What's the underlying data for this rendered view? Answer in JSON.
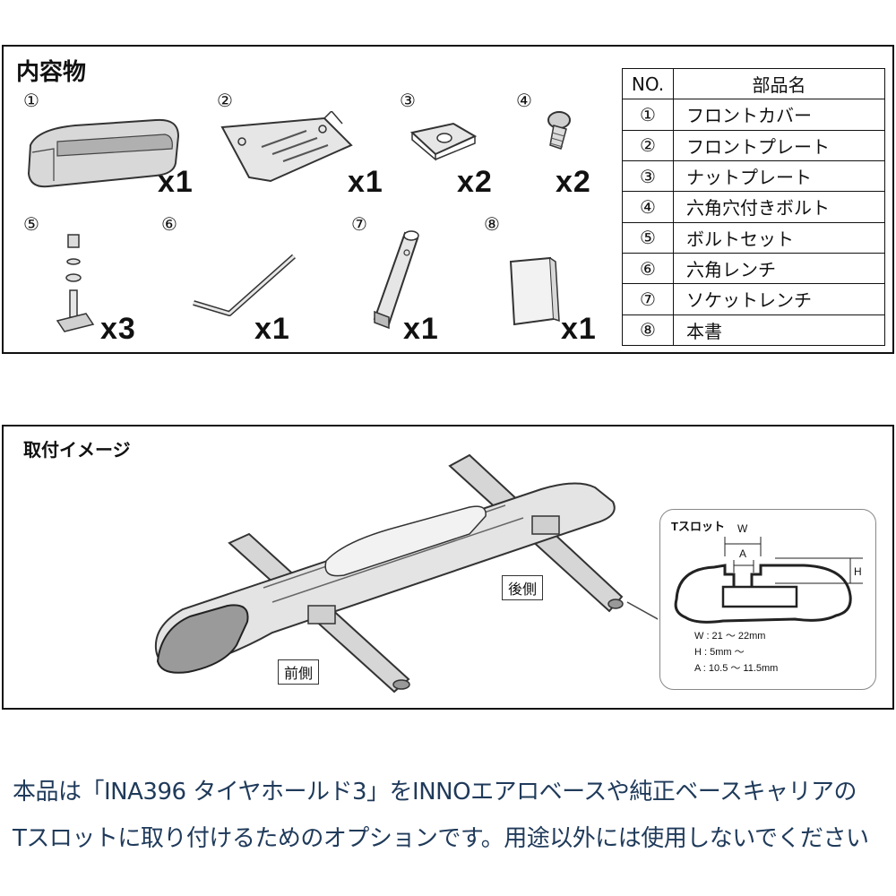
{
  "contents": {
    "title": "内容物",
    "items": [
      {
        "num": "①",
        "qty": "x1"
      },
      {
        "num": "②",
        "qty": "x1"
      },
      {
        "num": "③",
        "qty": "x2"
      },
      {
        "num": "④",
        "qty": "x2"
      },
      {
        "num": "⑤",
        "qty": "x3"
      },
      {
        "num": "⑥",
        "qty": "x1"
      },
      {
        "num": "⑦",
        "qty": "x1"
      },
      {
        "num": "⑧",
        "qty": "x1"
      }
    ],
    "table": {
      "header_no": "NO.",
      "header_name": "部品名",
      "rows": [
        {
          "no": "①",
          "name": "フロントカバー"
        },
        {
          "no": "②",
          "name": "フロントプレート"
        },
        {
          "no": "③",
          "name": "ナットプレート"
        },
        {
          "no": "④",
          "name": "六角穴付きボルト"
        },
        {
          "no": "⑤",
          "name": "ボルトセット"
        },
        {
          "no": "⑥",
          "name": "六角レンチ"
        },
        {
          "no": "⑦",
          "name": "ソケットレンチ"
        },
        {
          "no": "⑧",
          "name": "本書"
        }
      ]
    }
  },
  "mounting": {
    "title": "取付イメージ",
    "rear_label": "後側",
    "front_label": "前側",
    "tslot": {
      "title": "Tスロット",
      "w_letter": "W",
      "a_letter": "A",
      "h_letter": "H",
      "spec_w": "W : 21 ～ 22mm",
      "spec_h": "H : 5mm ～",
      "spec_a": "A : 10.5 ～ 11.5mm"
    }
  },
  "footer": {
    "line1": "本品は「INA396 タイヤホールド3」をINNOエアロベースや純正ベースキャリアの",
    "line2": "Tスロットに取り付けるためのオプションです。用途以外には使用しないでください"
  }
}
